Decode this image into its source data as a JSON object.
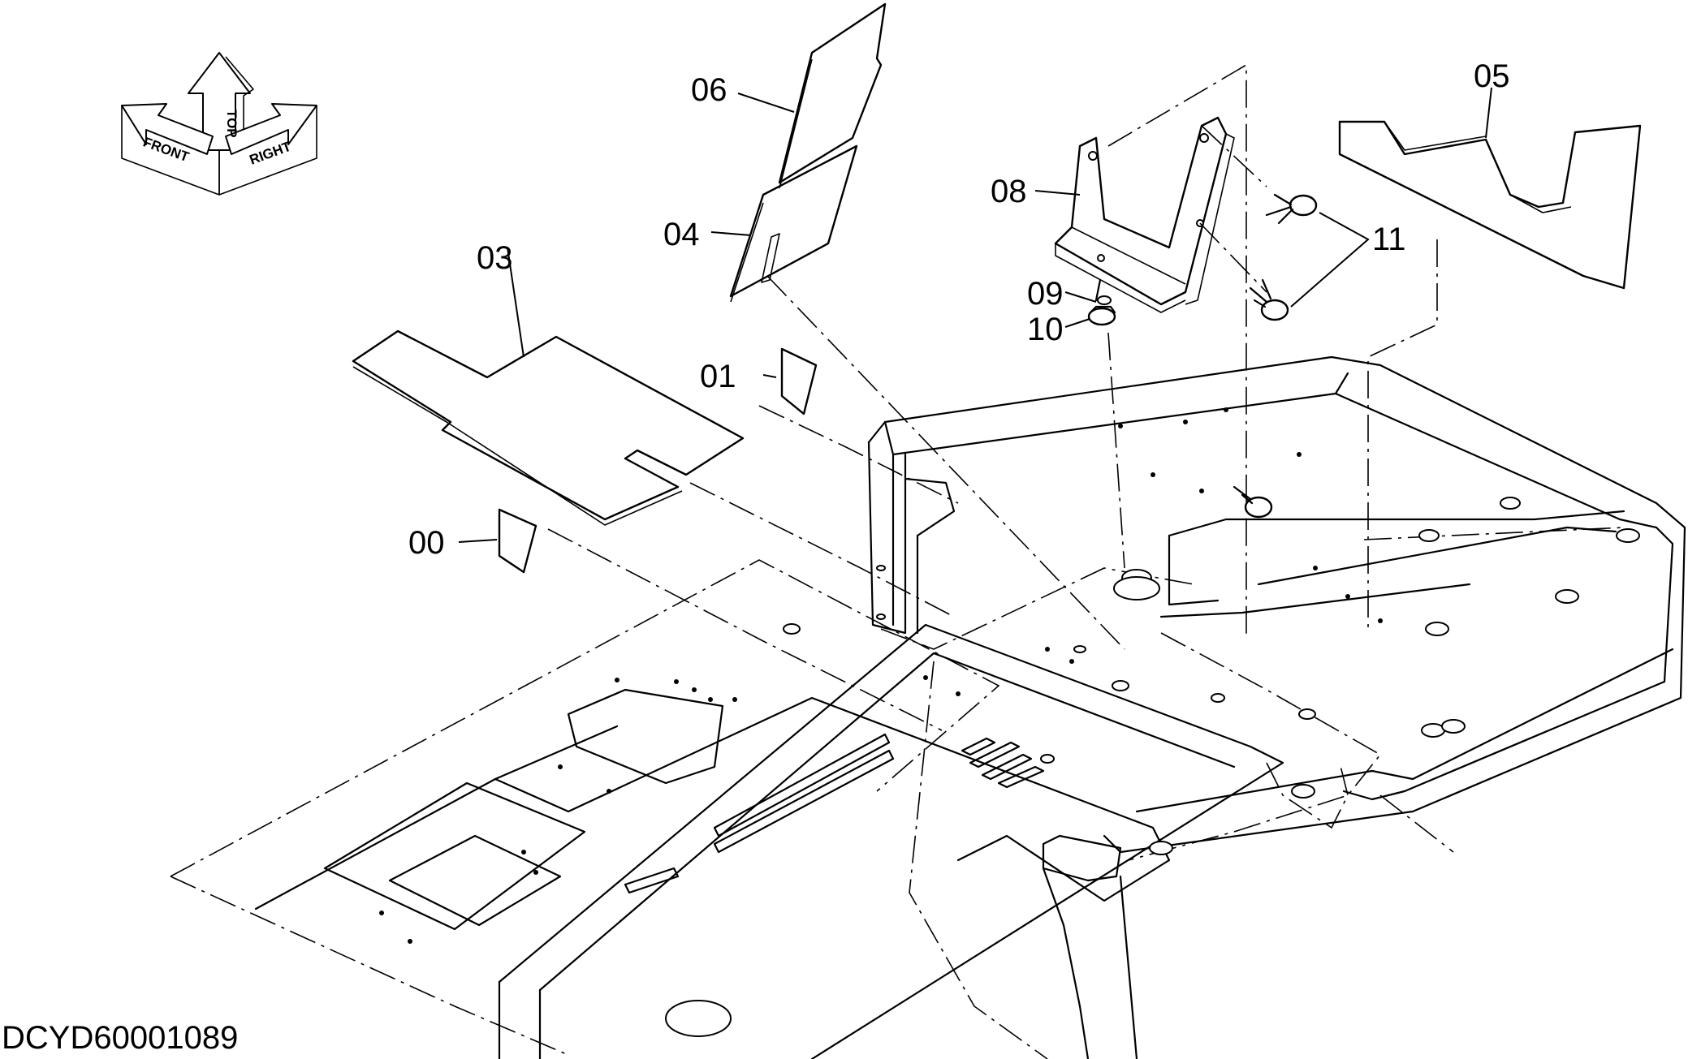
{
  "orientation": {
    "labels": {
      "front": "FRONT",
      "top": "TOP",
      "right": "RIGHT"
    }
  },
  "callouts": [
    {
      "id": "00",
      "label": "00"
    },
    {
      "id": "01",
      "label": "01"
    },
    {
      "id": "03",
      "label": "03"
    },
    {
      "id": "04",
      "label": "04"
    },
    {
      "id": "05",
      "label": "05"
    },
    {
      "id": "06",
      "label": "06"
    },
    {
      "id": "08",
      "label": "08"
    },
    {
      "id": "09",
      "label": "09"
    },
    {
      "id": "10",
      "label": "10"
    },
    {
      "id": "11",
      "label": "11"
    }
  ],
  "document_id": "DCYD60001089"
}
